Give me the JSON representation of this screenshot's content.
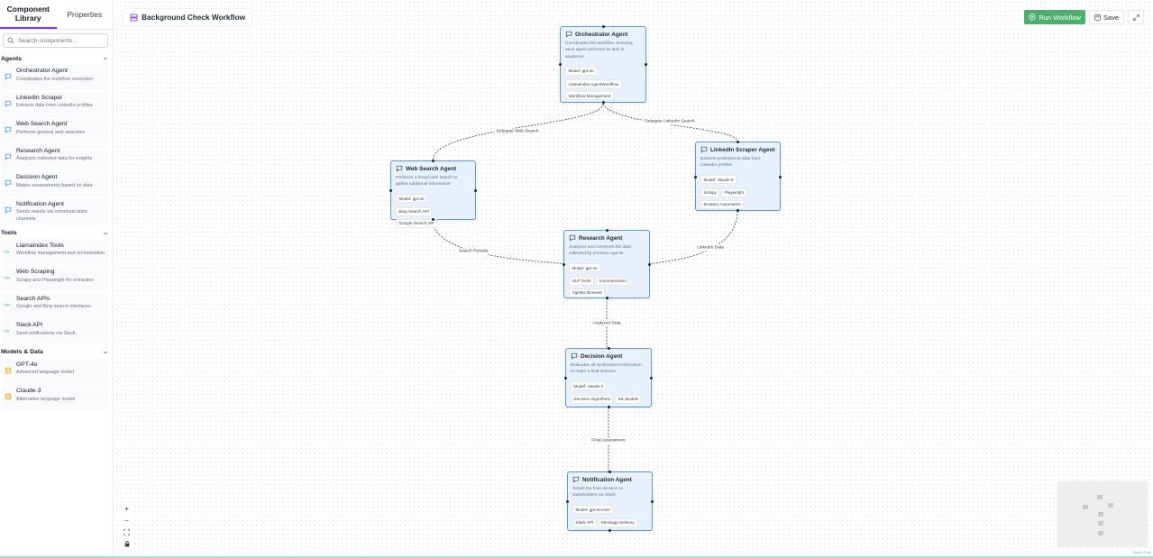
{
  "sidebar": {
    "tabs": {
      "library": "Component Library",
      "properties": "Properties"
    },
    "search_placeholder": "Search components...",
    "sections": {
      "agents": {
        "title": "Agents",
        "items": [
          {
            "title": "Orchestrator Agent",
            "desc": "Coordinates the workflow execution"
          },
          {
            "title": "LinkedIn Scraper",
            "desc": "Extracts data from LinkedIn profiles"
          },
          {
            "title": "Web Search Agent",
            "desc": "Performs general web searches"
          },
          {
            "title": "Research Agent",
            "desc": "Analyzes collected data for insights"
          },
          {
            "title": "Decision Agent",
            "desc": "Makes assessments based on data"
          },
          {
            "title": "Notification Agent",
            "desc": "Sends results via communication channels"
          }
        ]
      },
      "tools": {
        "title": "Tools",
        "items": [
          {
            "title": "LlamaIndex Tools",
            "desc": "Workflow management and orchestration"
          },
          {
            "title": "Web Scraping",
            "desc": "Scrapy and Playwright for extraction"
          },
          {
            "title": "Search APIs",
            "desc": "Google and Bing search interfaces"
          },
          {
            "title": "Slack API",
            "desc": "Send notifications via Slack"
          }
        ]
      },
      "models": {
        "title": "Models & Data",
        "items": [
          {
            "title": "GPT-4o",
            "desc": "Advanced language model"
          },
          {
            "title": "Claude-3",
            "desc": "Alternative language model"
          }
        ]
      }
    }
  },
  "workflow": {
    "title": "Background Check Workflow"
  },
  "actions": {
    "run": "Run Workflow",
    "save": "Save"
  },
  "nodes": {
    "orchestrator": {
      "title": "Orchestrator Agent",
      "desc": "Coordinates the workflow, ensuring each agent performs its task in sequence",
      "model": "Model: gpt-4o",
      "tools": [
        "LlamaIndex AgentWorkflow",
        "Workflow Management"
      ]
    },
    "linkedin": {
      "title": "LinkedIn Scraper Agent",
      "desc": "Extracts professional data from LinkedIn profiles",
      "model": "Model: claude-3",
      "tools": [
        "Scrapy",
        "Playwright",
        "Browser Automation"
      ]
    },
    "websearch": {
      "title": "Web Search Agent",
      "desc": "Performs a broad web search to gather additional information",
      "model": "Model: gpt-4o",
      "tools": [
        "Bing Search API",
        "Google Search API"
      ]
    },
    "research": {
      "title": "Research Agent",
      "desc": "Analyzes and interprets the data collected by previous agents",
      "model": "Model: gpt-4o",
      "tools": [
        "NLP Tools",
        "Summarization",
        "Agentic Browser"
      ]
    },
    "decision": {
      "title": "Decision Agent",
      "desc": "Evaluates all synthesized information to make a final decision",
      "model": "Model: claude-3",
      "tools": [
        "Decision Algorithms",
        "ML Models"
      ]
    },
    "notification": {
      "title": "Notification Agent",
      "desc": "Sends the final decision to stakeholders via Slack",
      "model": "Model: gpt-4o-mini",
      "tools": [
        "Slack API",
        "Message Delivery"
      ]
    }
  },
  "edges": {
    "delegate_web": "Delegate Web Search",
    "delegate_linkedin": "Delegate LinkedIn Search",
    "search_results": "Search Results",
    "linkedin_data": "LinkedIn Data",
    "analyzed_data": "Analyzed Data",
    "final_assessment": "Final Assessment"
  },
  "controls": {
    "zoom_in": "+",
    "zoom_out": "−"
  },
  "attribution": "React Flow",
  "colors": {
    "accent": "#7c3aed",
    "node_border": "#5b9cd8",
    "node_bg": "#e7f0fb",
    "run_button": "#4caf6e",
    "tool_icon": "#10b981",
    "model_icon": "#f59e0b"
  }
}
